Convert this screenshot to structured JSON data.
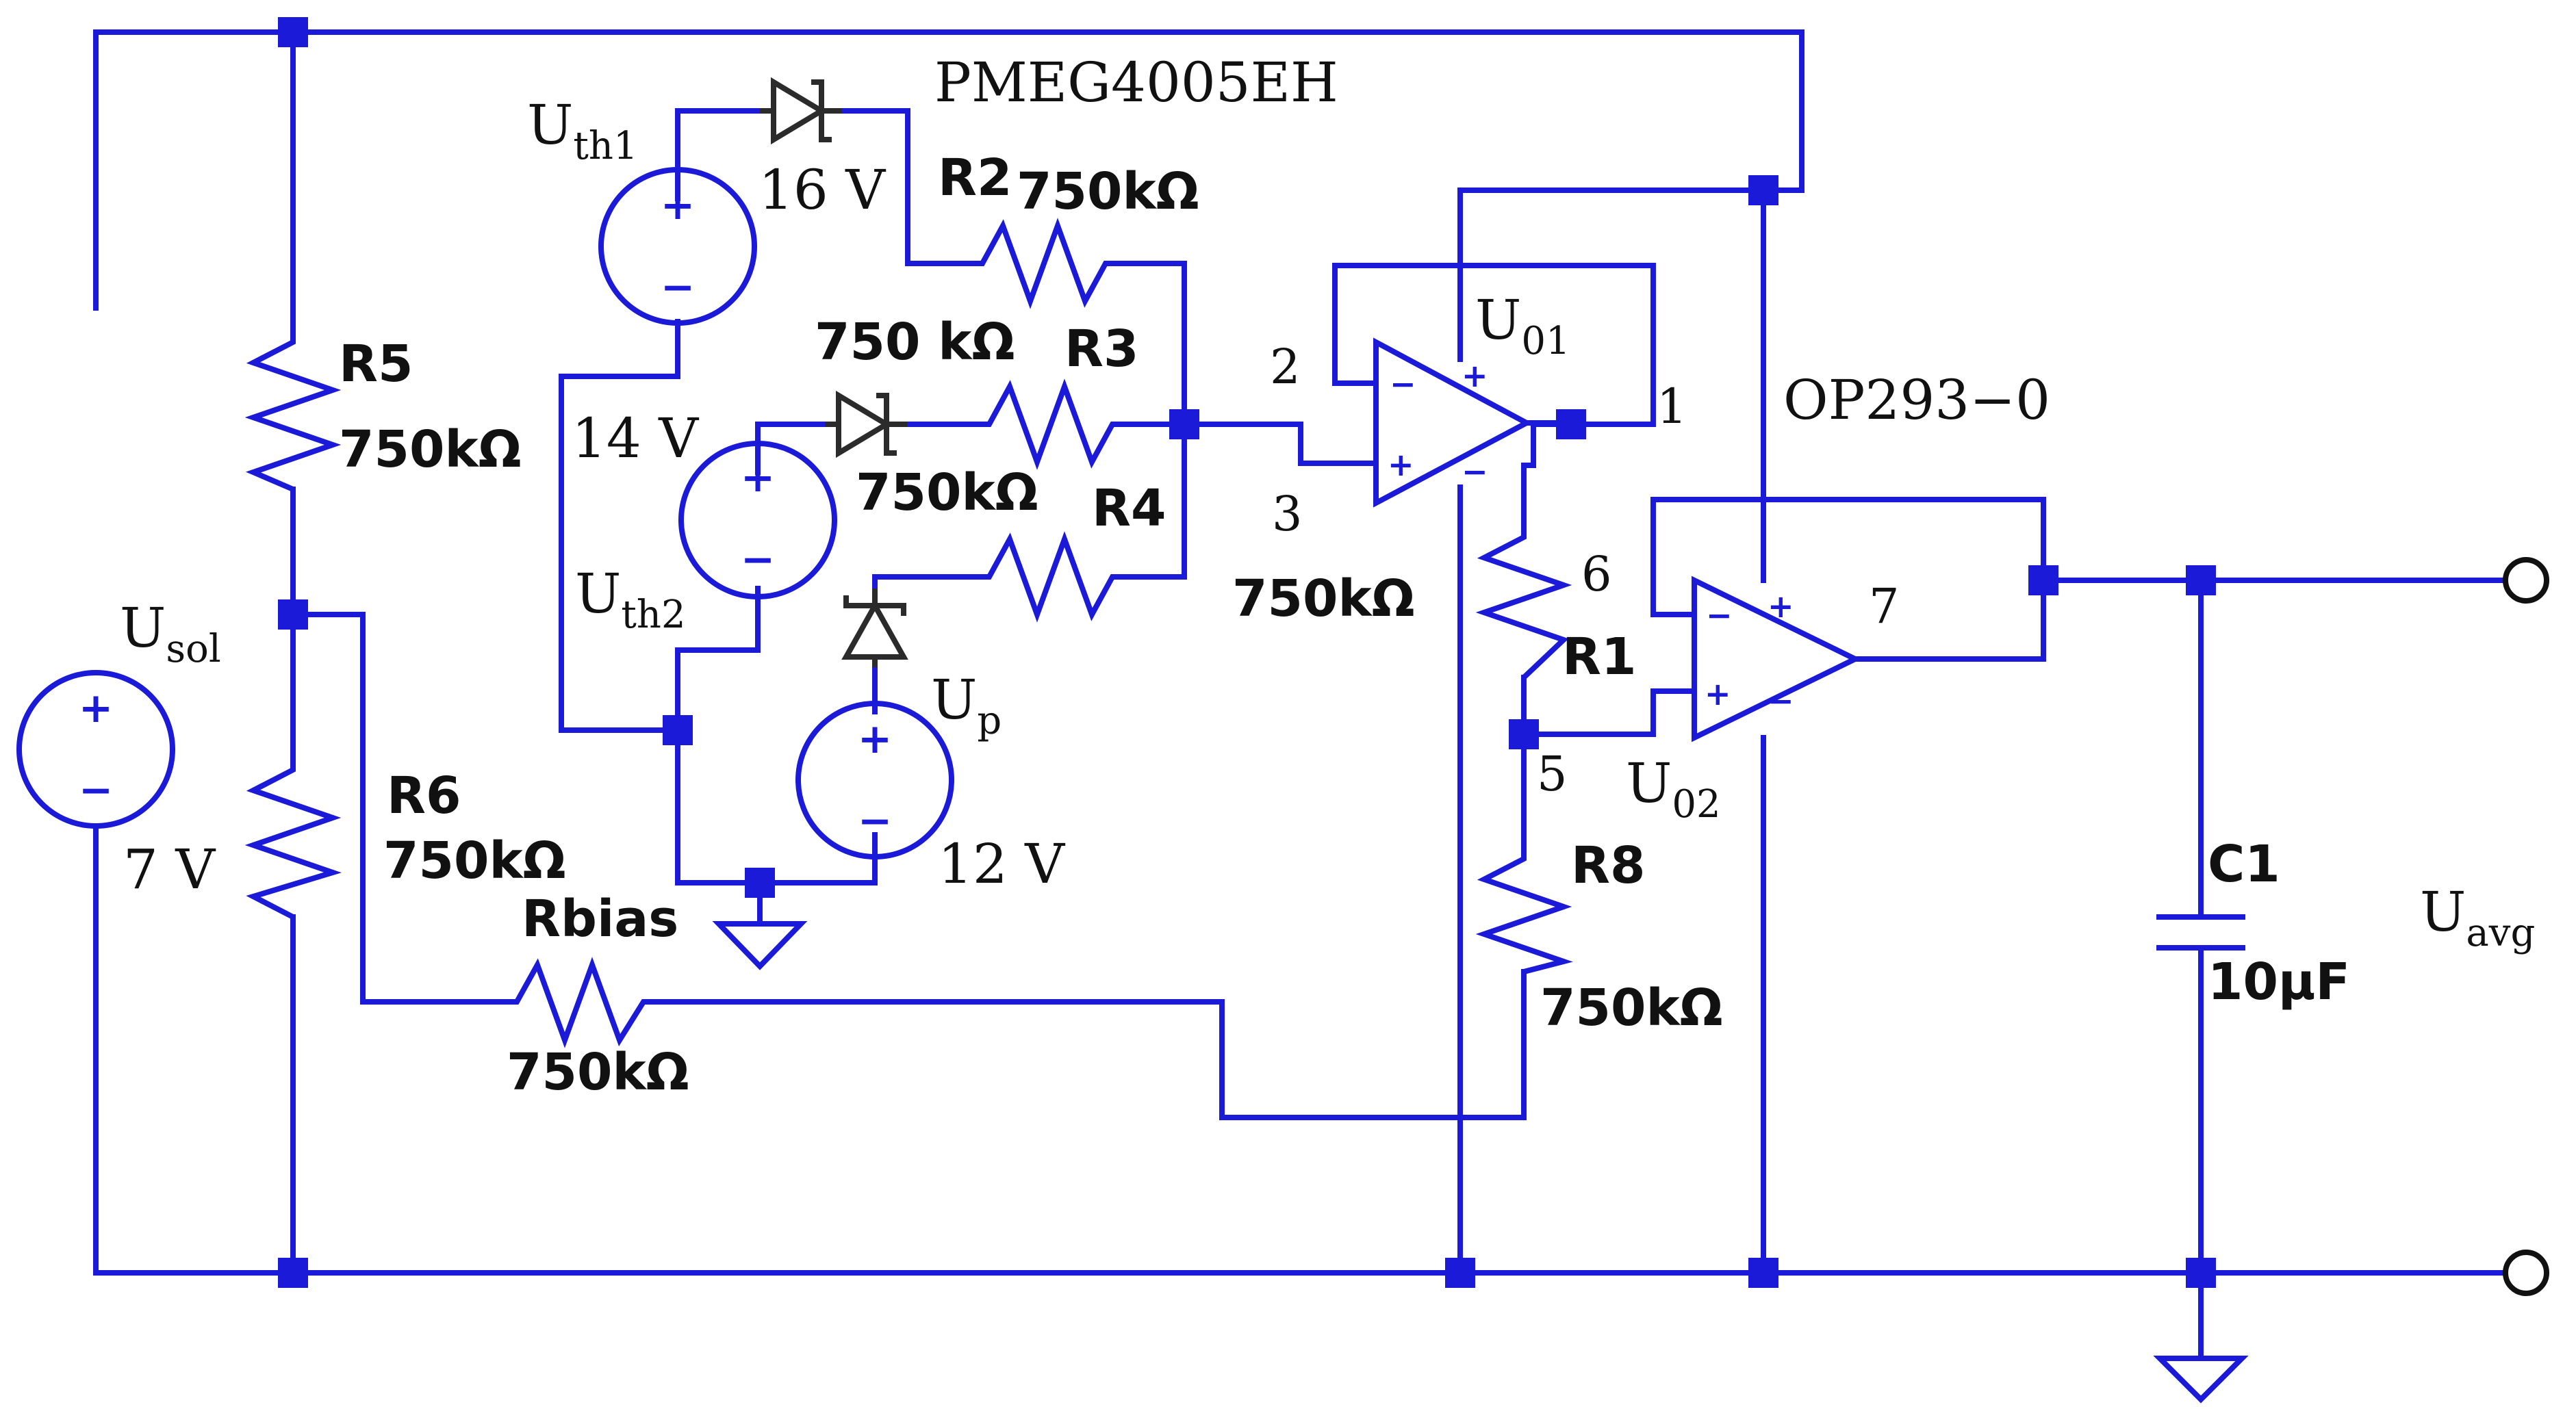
{
  "components": {
    "usol": {
      "name": "U",
      "sub": "sol",
      "value": "7 V"
    },
    "uth1": {
      "name": "U",
      "sub": "th1",
      "value": "16 V"
    },
    "uth2": {
      "name": "U",
      "sub": "th2",
      "value": "14 V"
    },
    "up": {
      "name": "U",
      "sub": "p",
      "value": "12 V"
    },
    "diode_part": "PMEG4005EH",
    "r2": {
      "name": "R2",
      "value": "750kΩ"
    },
    "r3": {
      "name": "R3",
      "value": "750 kΩ"
    },
    "r4": {
      "name": "R4",
      "value": "750kΩ"
    },
    "r5": {
      "name": "R5",
      "value": "750kΩ"
    },
    "r6": {
      "name": "R6",
      "value": "750kΩ"
    },
    "r1": {
      "name": "R1",
      "value": "750kΩ"
    },
    "r8": {
      "name": "R8",
      "value": "750kΩ"
    },
    "rbias": {
      "name": "Rbias",
      "value": "750kΩ"
    },
    "c1": {
      "name": "C1",
      "value": "10μF"
    },
    "u01": {
      "name": "U",
      "sub": "01"
    },
    "u02": {
      "name": "U",
      "sub": "02"
    },
    "opamp_part": "OP293−0",
    "output": {
      "name": "U",
      "sub": "avg"
    }
  },
  "pins": {
    "p1": "1",
    "p2": "2",
    "p3": "3",
    "p5": "5",
    "p6": "6",
    "p7": "7"
  },
  "signs": {
    "plus": "+",
    "minus": "−"
  },
  "colors": {
    "wire": "#1a1ad8",
    "symbol": "#2b2b2b",
    "text": "#111111"
  }
}
